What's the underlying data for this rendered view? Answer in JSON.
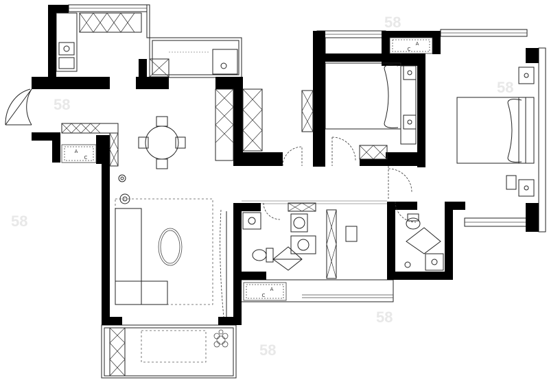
{
  "plan": {
    "ac_units": [
      {
        "top": "A",
        "bottom": "C"
      },
      {
        "top": "A",
        "bottom": "C"
      },
      {
        "top": "A",
        "bottom": "C"
      }
    ],
    "watermarks": [
      "58",
      "58",
      "58",
      "58",
      "58",
      "58"
    ]
  }
}
